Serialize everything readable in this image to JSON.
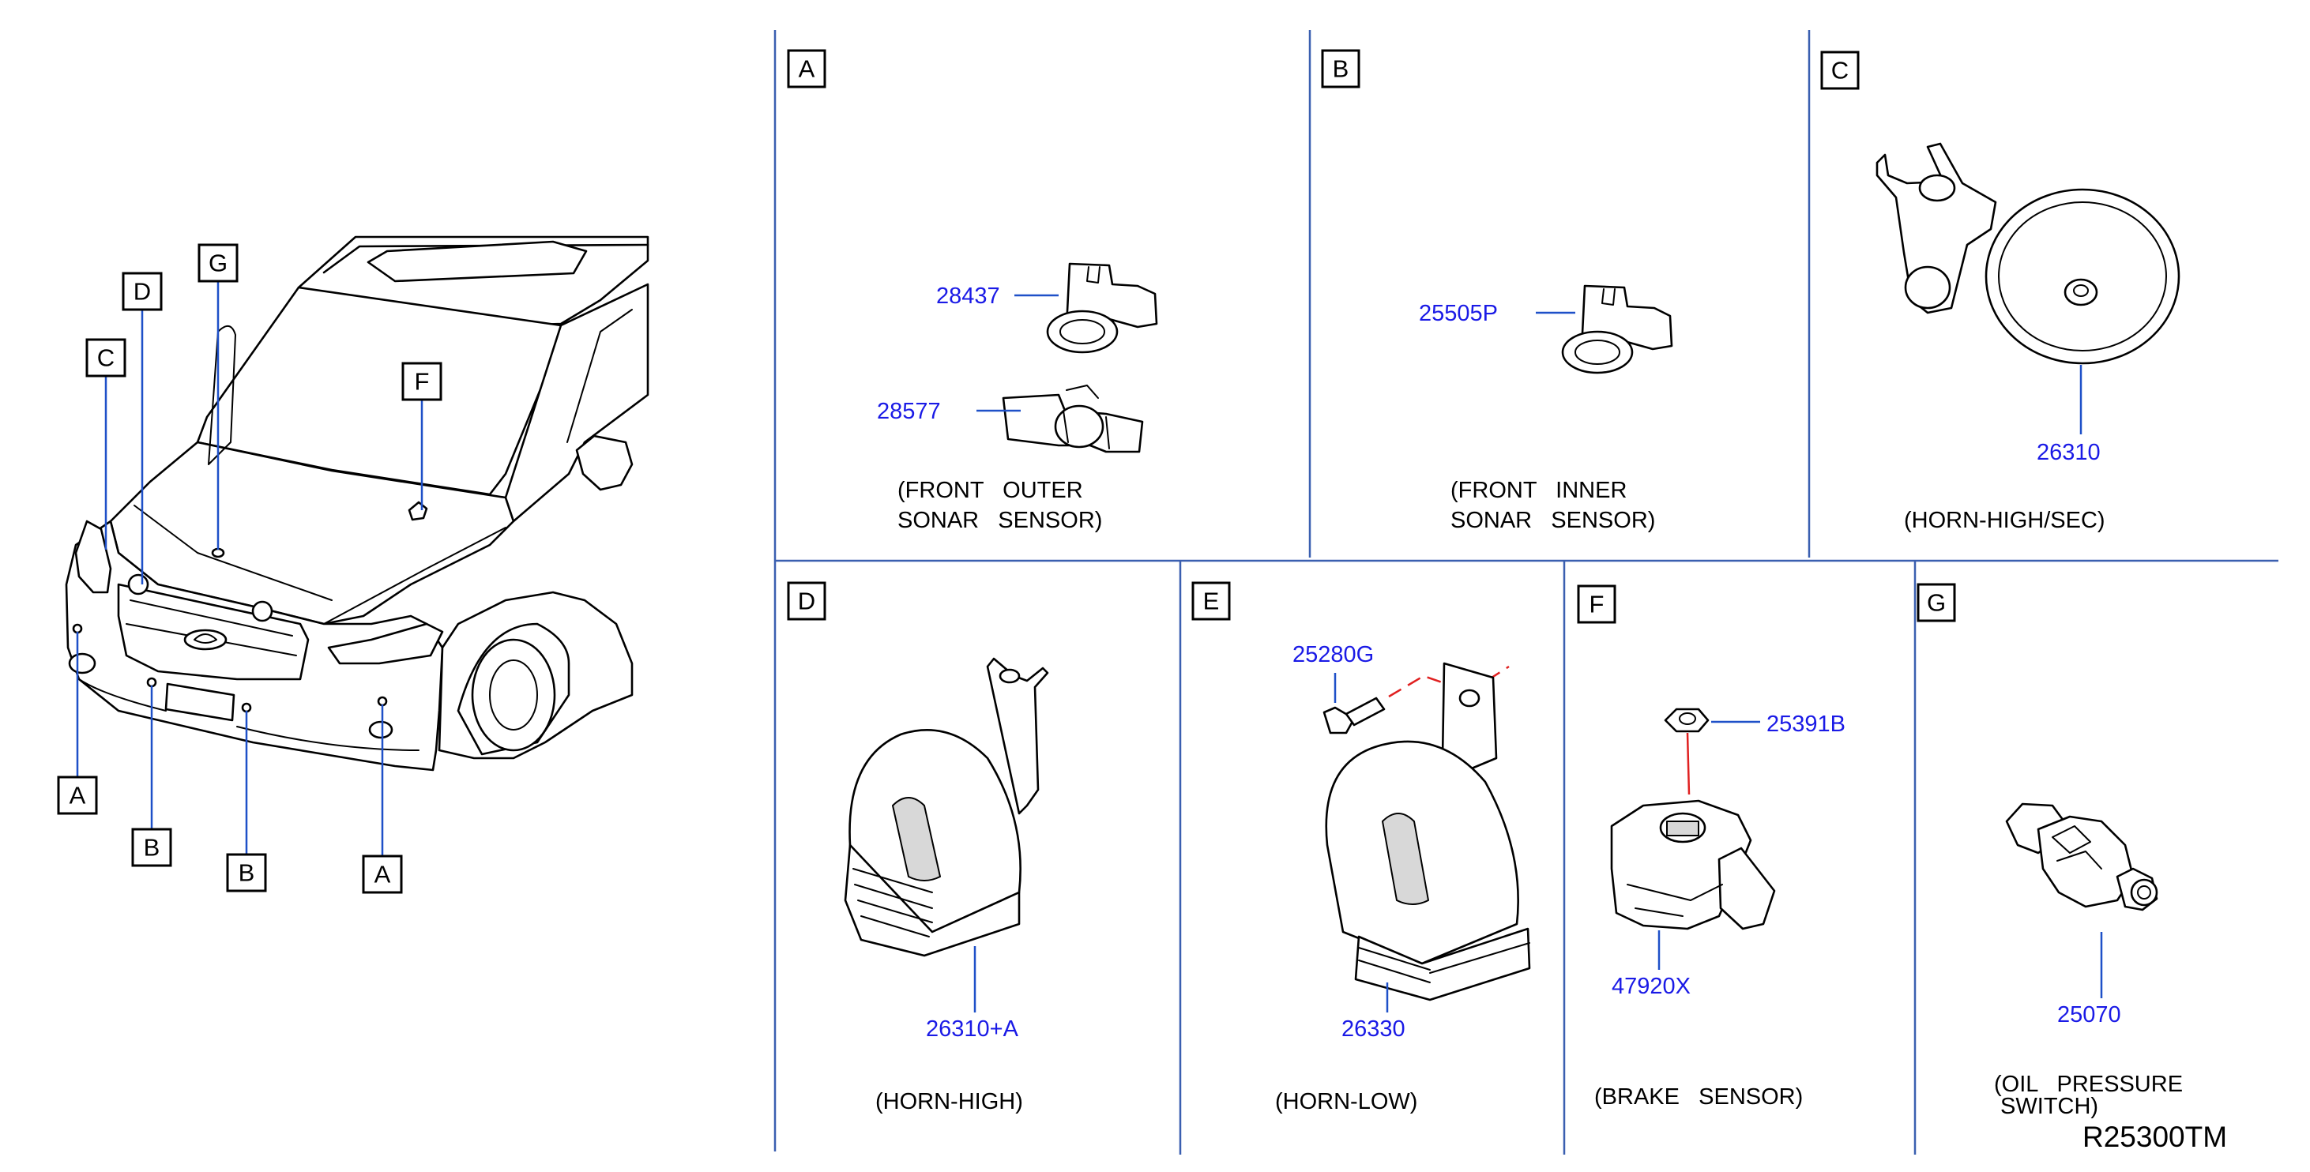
{
  "car": {
    "callouts": [
      "G",
      "D",
      "C",
      "F",
      "A",
      "B",
      "B",
      "A"
    ]
  },
  "panels": {
    "A": {
      "label": "A",
      "parts": [
        "28437",
        "28577"
      ],
      "caption": [
        "(FRONT   OUTER",
        "SONAR   SENSOR)"
      ]
    },
    "B": {
      "label": "B",
      "parts": [
        "25505P"
      ],
      "caption": [
        "(FRONT   INNER",
        "SONAR   SENSOR)"
      ]
    },
    "C": {
      "label": "C",
      "parts": [
        "26310"
      ],
      "caption": [
        "(HORN-HIGH/SEC)"
      ]
    },
    "D": {
      "label": "D",
      "parts": [
        "26310+A"
      ],
      "caption": [
        "(HORN-HIGH)"
      ]
    },
    "E": {
      "label": "E",
      "parts": [
        "25280G",
        "26330"
      ],
      "caption": [
        "(HORN-LOW)"
      ]
    },
    "F": {
      "label": "F",
      "parts": [
        "25391B",
        "47920X"
      ],
      "caption": [
        "(BRAKE   SENSOR)"
      ]
    },
    "G": {
      "label": "G",
      "parts": [
        "25070"
      ],
      "caption": [
        "(OIL   PRESSURE",
        " SWITCH)"
      ]
    }
  },
  "reference": "R25300TM",
  "colors": {
    "part_number": "#1a1ae6",
    "leader_line": "#1e50c8",
    "divider": "#3a5fb0",
    "assembly_line": "#e02020"
  }
}
